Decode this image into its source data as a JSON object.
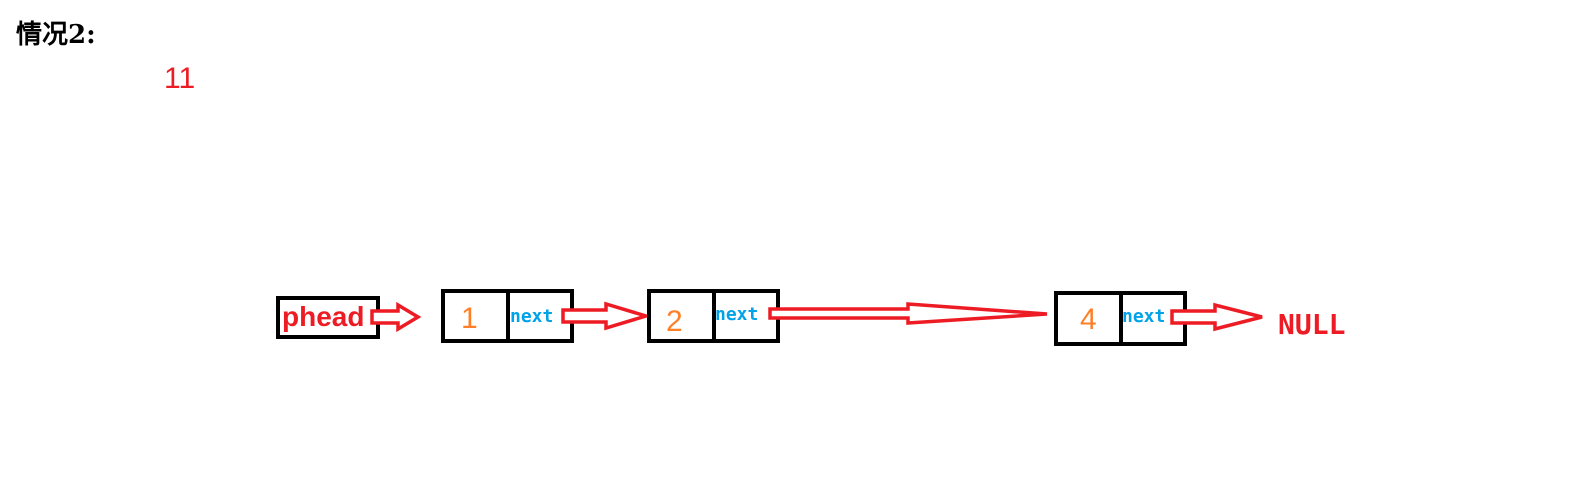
{
  "title": "情况2:",
  "counter": "11",
  "colors": {
    "arrow": "#ed1c24",
    "value": "#ff7f27",
    "next": "#00a2e8",
    "box": "#000000"
  },
  "head_label": "phead",
  "nodes": [
    {
      "value": "1",
      "pointer": "next"
    },
    {
      "value": "2",
      "pointer": "next"
    },
    {
      "value": "4",
      "pointer": "next"
    }
  ],
  "terminal": "NULL"
}
